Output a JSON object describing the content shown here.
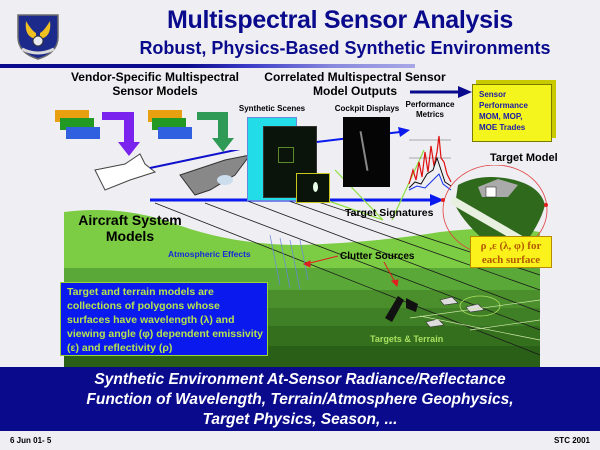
{
  "header": {
    "title": "Multispectral Sensor Analysis",
    "subtitle": "Robust, Physics-Based Synthetic Environments",
    "logo": "air-force-command-shield-icon"
  },
  "diagram": {
    "vendor_models_label": "Vendor-Specific Multispectral Sensor Models",
    "correlated_outputs_label": "Correlated Multispectral Sensor Model Outputs",
    "synthetic_scenes_label": "Synthetic Scenes",
    "cockpit_displays_label": "Cockpit Displays",
    "performance_metrics_label": "Performance Metrics",
    "sensor_performance_box": [
      "Sensor",
      "Performance",
      "MOM, MOP,",
      "MOE Trades"
    ],
    "target_model_label": "Target Model",
    "target_signatures_label": "Target Signatures",
    "aircraft_system_models_label": "Aircraft System Models",
    "atmospheric_effects_label": "Atmospheric Effects",
    "clutter_sources_label": "Clutter Sources",
    "targets_terrain_label": "Targets & Terrain",
    "surface_params_box": [
      "ρ ,ε  (λ, φ) for",
      "each surface"
    ],
    "info_box": "Target and terrain models are collections of polygons whose surfaces have wavelength (λ) and viewing angle (φ) dependent emissivity (ε) and reflectivity (ρ)",
    "colors": {
      "title_blue": "#0a0a8c",
      "terrain_green": "#6fbf3a",
      "info_box_bg": "#0a1aee",
      "info_text": "#b6e34e",
      "yellow_box": "#f5f51e"
    }
  },
  "banner": {
    "lines": [
      "Synthetic Environment At-Sensor Radiance/Reflectance",
      "Function of Wavelength, Terrain/Atmosphere Geophysics,",
      "Target Physics, Season, ..."
    ]
  },
  "footer": {
    "left": "6 Jun 01- 5",
    "right": "STC 2001"
  }
}
